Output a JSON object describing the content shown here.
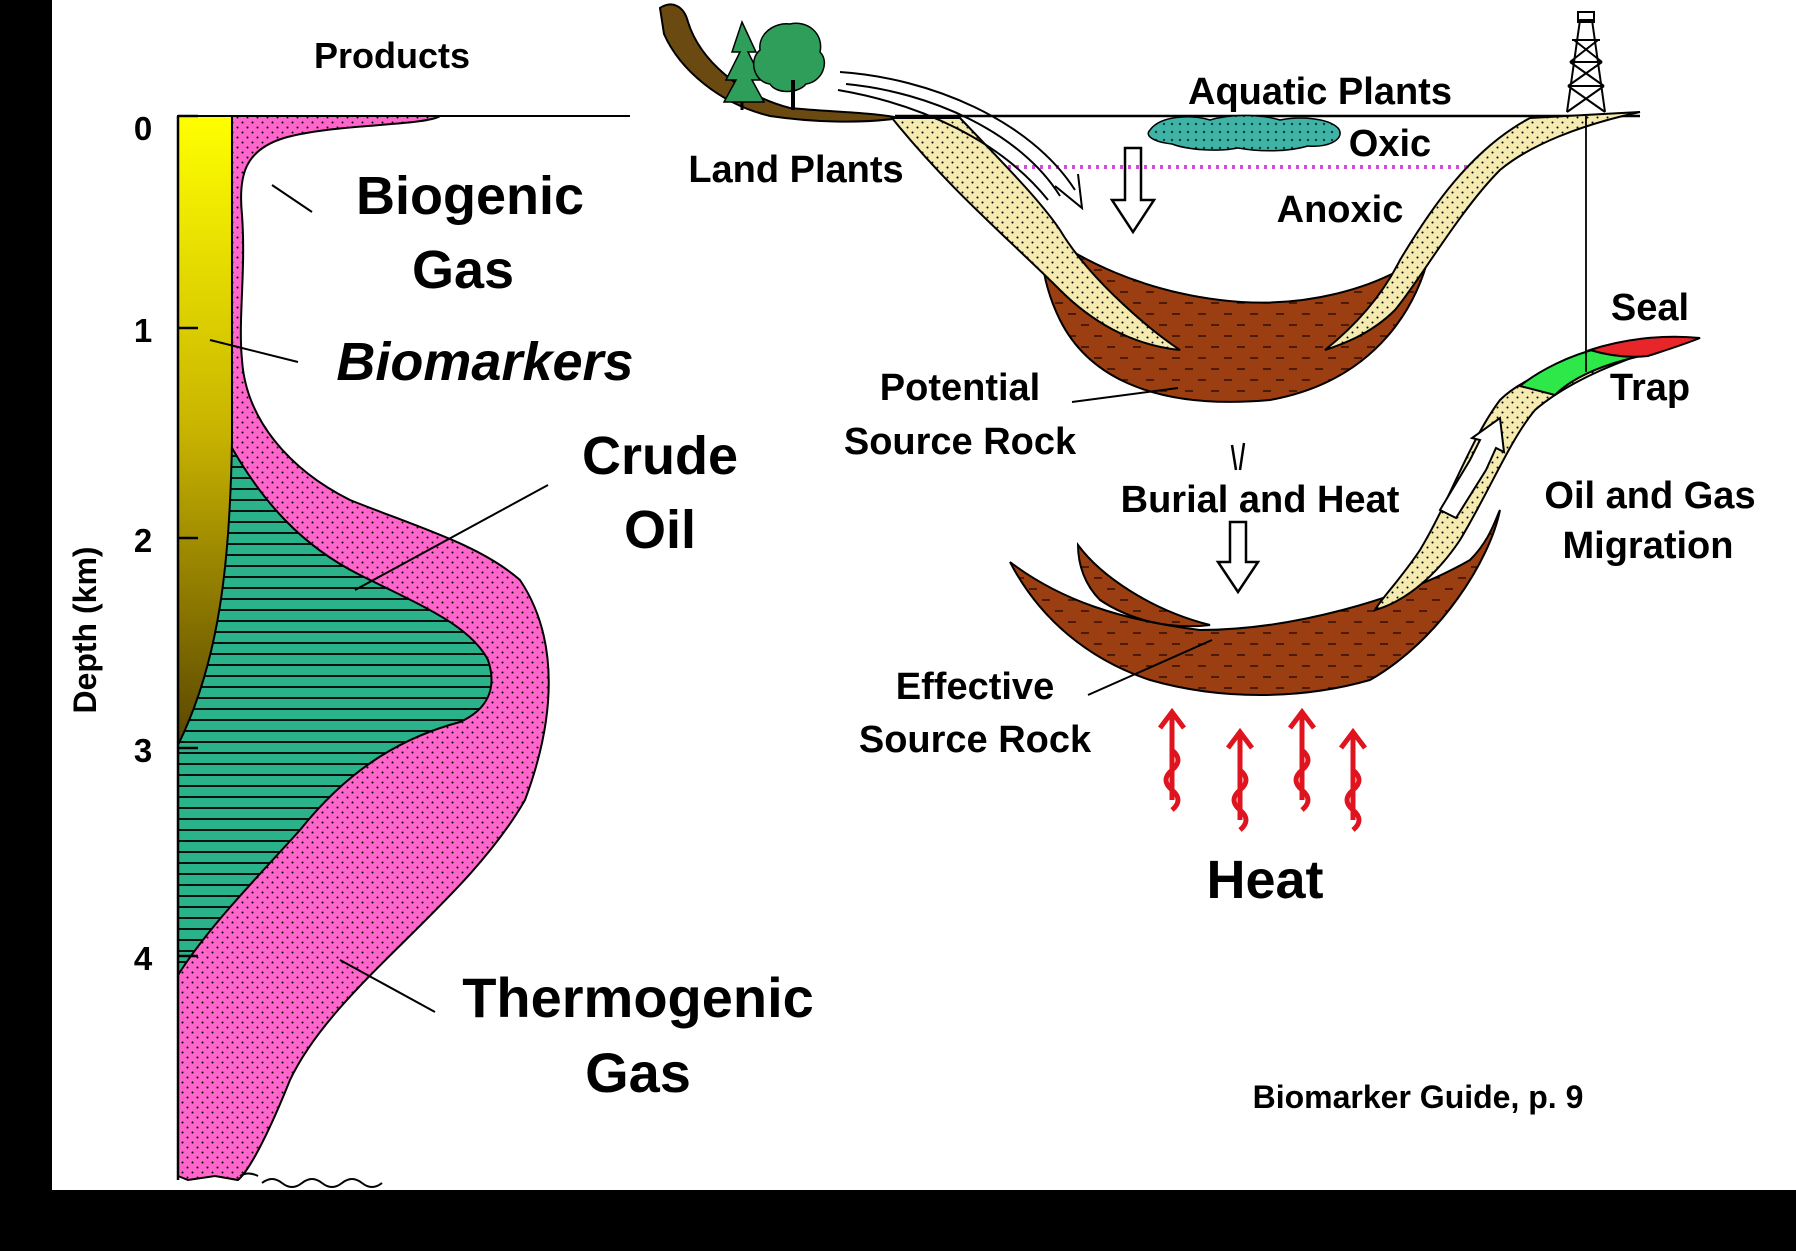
{
  "labels": {
    "products": "Products",
    "depth_axis": "Depth (km)",
    "depth_ticks": [
      "0",
      "1",
      "2",
      "3",
      "4"
    ],
    "biogenic_gas": [
      "Biogenic",
      "Gas"
    ],
    "biomarkers": "Biomarkers",
    "crude_oil": [
      "Crude",
      "Oil"
    ],
    "thermogenic_gas": [
      "Thermogenic",
      "Gas"
    ],
    "land_plants": "Land Plants",
    "aquatic_plants": "Aquatic Plants",
    "oxic": "Oxic",
    "anoxic": "Anoxic",
    "potential_source_rock": [
      "Potential",
      "Source Rock"
    ],
    "burial_and_heat": "Burial and Heat",
    "effective_source_rock": [
      "Effective",
      "Source Rock"
    ],
    "seal": "Seal",
    "trap": "Trap",
    "oil_gas_migration": [
      "Oil and Gas",
      "Migration"
    ],
    "heat": "Heat",
    "citation": "Biomarker Guide, p. 9"
  },
  "colors": {
    "background": "#000000",
    "canvas": "#ffffff",
    "biomarkers_fill": "#f0e000",
    "biogenic_thermogenic_gas": "#ff66cc",
    "crude_oil": "#2ab38a",
    "source_rock": "#9b3f12",
    "carrier_bed": "#f5ebb0",
    "seal": "#e8262a",
    "trap": "#2ee84a",
    "heat_arrows": "#e0141e",
    "aquatic_plants": "#3fb3a6",
    "oxic_boundary": "#d04fd8"
  }
}
